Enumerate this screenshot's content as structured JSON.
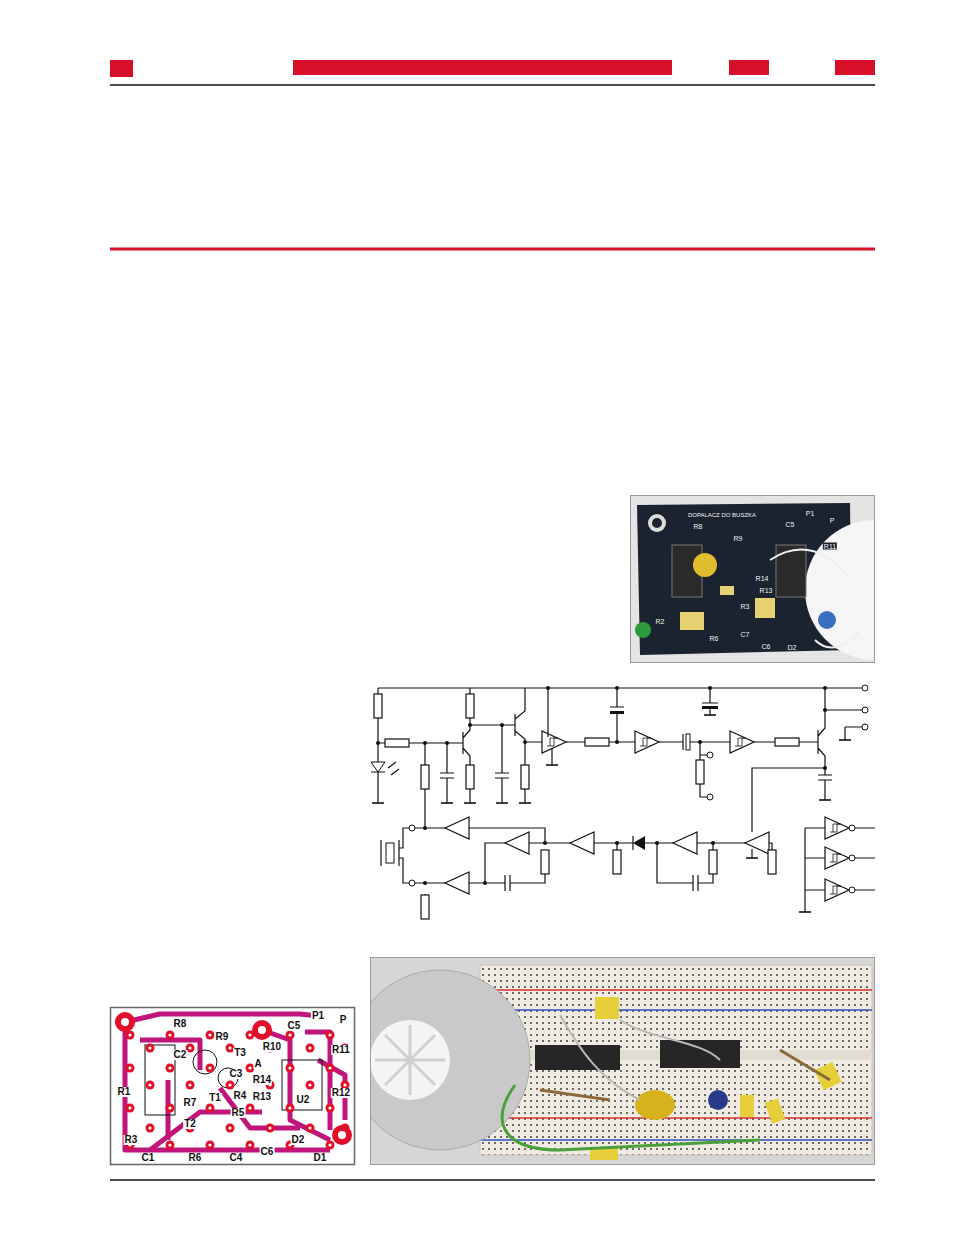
{
  "diagram": {
    "labels": [
      "R8",
      "R9",
      "C5",
      "P1",
      "P",
      "C2",
      "T3",
      "A",
      "R10",
      "R11",
      "C3",
      "R14",
      "R13",
      "R4",
      "T1",
      "R7",
      "R1",
      "R5",
      "T2",
      "U2",
      "R12",
      "R3",
      "C1",
      "R6",
      "C4",
      "C6",
      "D2",
      "D1",
      "DOPALACZ DO BUSZKA",
      "R8",
      "C5",
      "P1",
      "P",
      "R9",
      "R11",
      "R14",
      "R13",
      "R3",
      "R2",
      "R6",
      "C7",
      "C6",
      "D2"
    ]
  }
}
